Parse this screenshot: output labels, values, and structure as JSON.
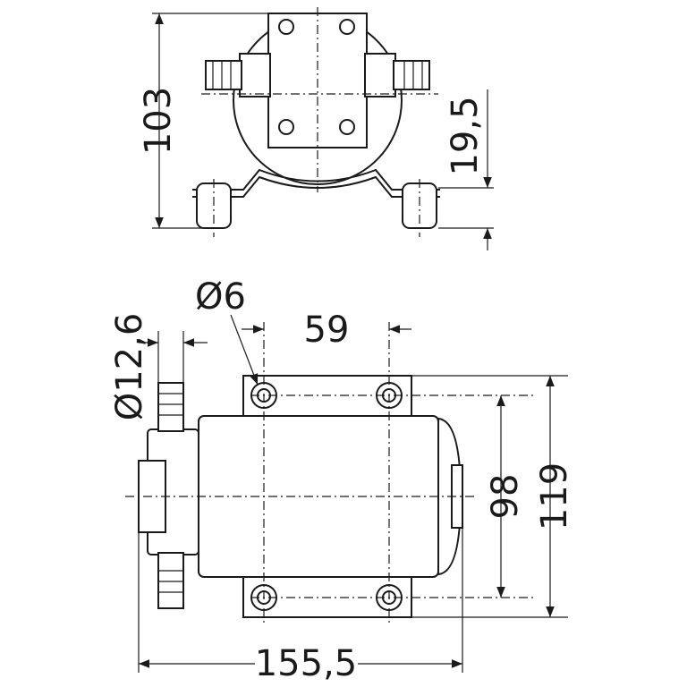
{
  "drawing": {
    "top_view": {
      "height_dim": "103",
      "foot_dim": "19,5"
    },
    "side_view": {
      "hole_diameter": "Ø6",
      "hole_spacing": "59",
      "hose_diameter": "Ø12,6",
      "inner_height": "98",
      "outer_height": "119",
      "overall_length": "155,5"
    }
  }
}
